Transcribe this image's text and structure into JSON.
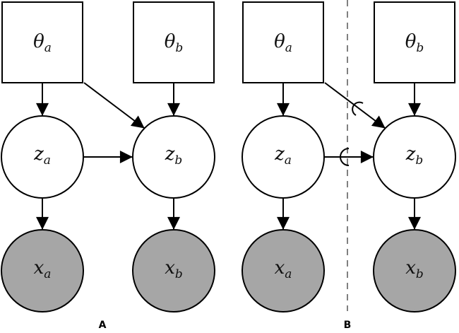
{
  "panels": [
    {
      "letter": "A",
      "nodes": {
        "theta_a": {
          "main": "θ",
          "sub": "a"
        },
        "theta_b": {
          "main": "θ",
          "sub": "b"
        },
        "z_a": {
          "main": "z",
          "sub": "a"
        },
        "z_b": {
          "main": "z",
          "sub": "b"
        },
        "x_a": {
          "main": "x",
          "sub": "a"
        },
        "x_b": {
          "main": "x",
          "sub": "b"
        }
      }
    },
    {
      "letter": "B",
      "nodes": {
        "theta_a": {
          "main": "θ",
          "sub": "a"
        },
        "theta_b": {
          "main": "θ",
          "sub": "b"
        },
        "z_a": {
          "main": "z",
          "sub": "a"
        },
        "z_b": {
          "main": "z",
          "sub": "b"
        },
        "x_a": {
          "main": "x",
          "sub": "a"
        },
        "x_b": {
          "main": "x",
          "sub": "b"
        }
      }
    }
  ],
  "colors": {
    "observed_fill": "#a6a6a6",
    "latent_fill": "#ffffff",
    "divider": "#808080"
  }
}
